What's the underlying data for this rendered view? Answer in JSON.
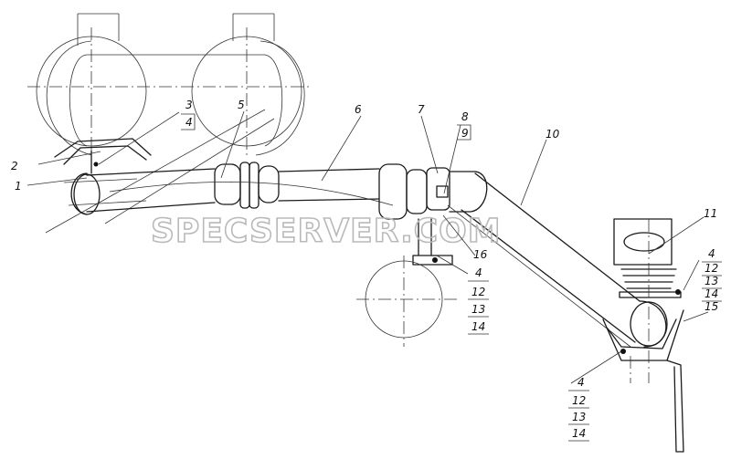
{
  "watermark": "SPECSERVER.COM",
  "callouts": {
    "c1": "1",
    "c2": "2",
    "c3": "3",
    "c3b": "4",
    "c5": "5",
    "c6": "6",
    "c7": "7",
    "c8": "8",
    "c8b": "9",
    "c10": "10",
    "c11": "11",
    "c16": "16",
    "g1": [
      "4",
      "12",
      "13",
      "14"
    ],
    "g2": [
      "4",
      "12",
      "13",
      "14"
    ],
    "g2b": "15",
    "g3": [
      "4",
      "12",
      "13",
      "14"
    ]
  }
}
